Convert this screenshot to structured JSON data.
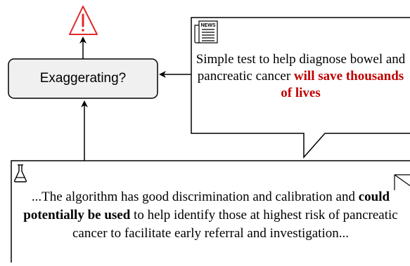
{
  "decision_box": {
    "label": "Exaggerating?"
  },
  "warning": {
    "icon": "warning-triangle-icon",
    "color": "#e0292b"
  },
  "news": {
    "icon": "newspaper-icon",
    "icon_text": "NEWS",
    "text_plain": "Simple test to help diagnose bowel and pancreatic cancer ",
    "text_highlight": "will save thousands of lives",
    "highlight_color": "#c00000"
  },
  "paper": {
    "icon": "flask-icon",
    "text_1": "...The algorithm has good discrimination and calibration and ",
    "text_bold": "could potentially be used",
    "text_2": " to help identify those at highest risk of pancreatic cancer to facilitate early referral and investigation..."
  },
  "colors": {
    "box_fill": "#f0f0f0",
    "stroke": "#000000"
  }
}
